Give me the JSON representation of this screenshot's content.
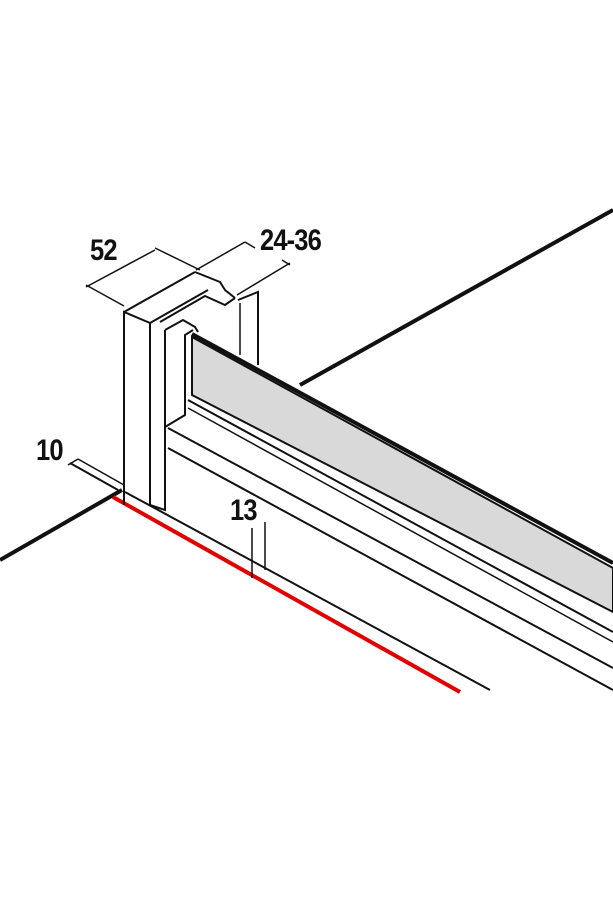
{
  "dimensions": {
    "profile_width": "52",
    "adjustment_range": "24-36",
    "wall_offset": "10",
    "floor_offset": "13"
  },
  "colors": {
    "line": "#111111",
    "glass": "#d9d9d9",
    "threshold": "#e00000"
  }
}
